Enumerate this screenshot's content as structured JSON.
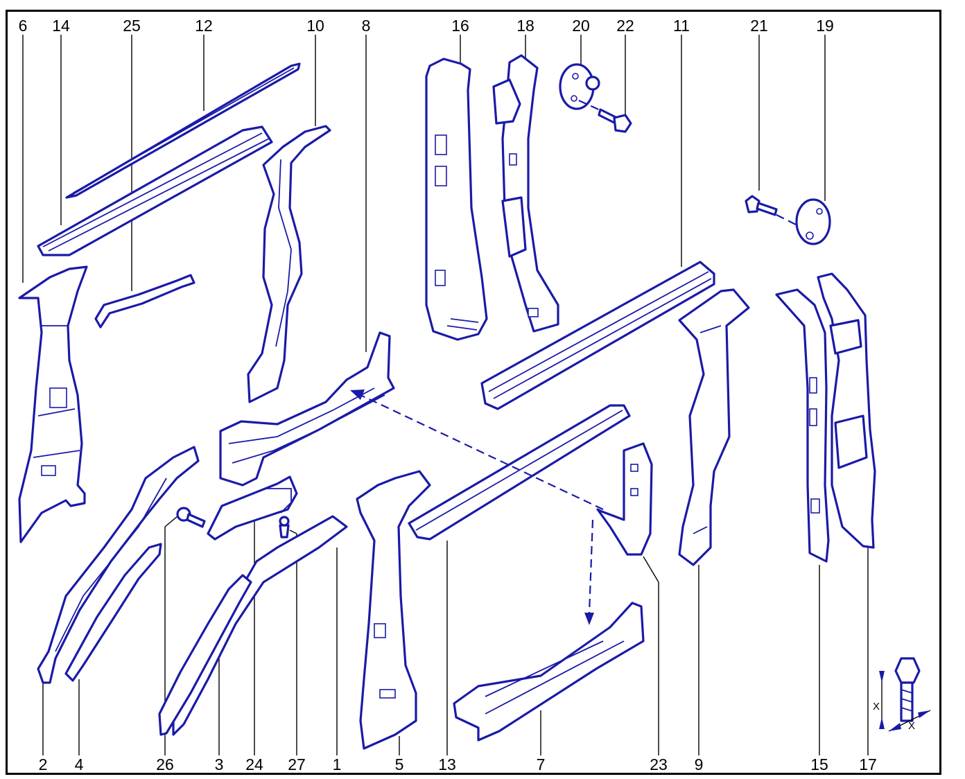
{
  "callouts_top": [
    "6",
    "14",
    "25",
    "12",
    "10",
    "8",
    "16",
    "18",
    "20",
    "22",
    "11",
    "21",
    "19"
  ],
  "callouts_bottom": [
    "2",
    "4",
    "26",
    "3",
    "24",
    "27",
    "1",
    "5",
    "13",
    "7",
    "23",
    "9",
    "15",
    "17"
  ],
  "dimension_label": "X",
  "colors": {
    "line": "#1a1aa8",
    "frame": "#000000",
    "background": "#ffffff"
  }
}
